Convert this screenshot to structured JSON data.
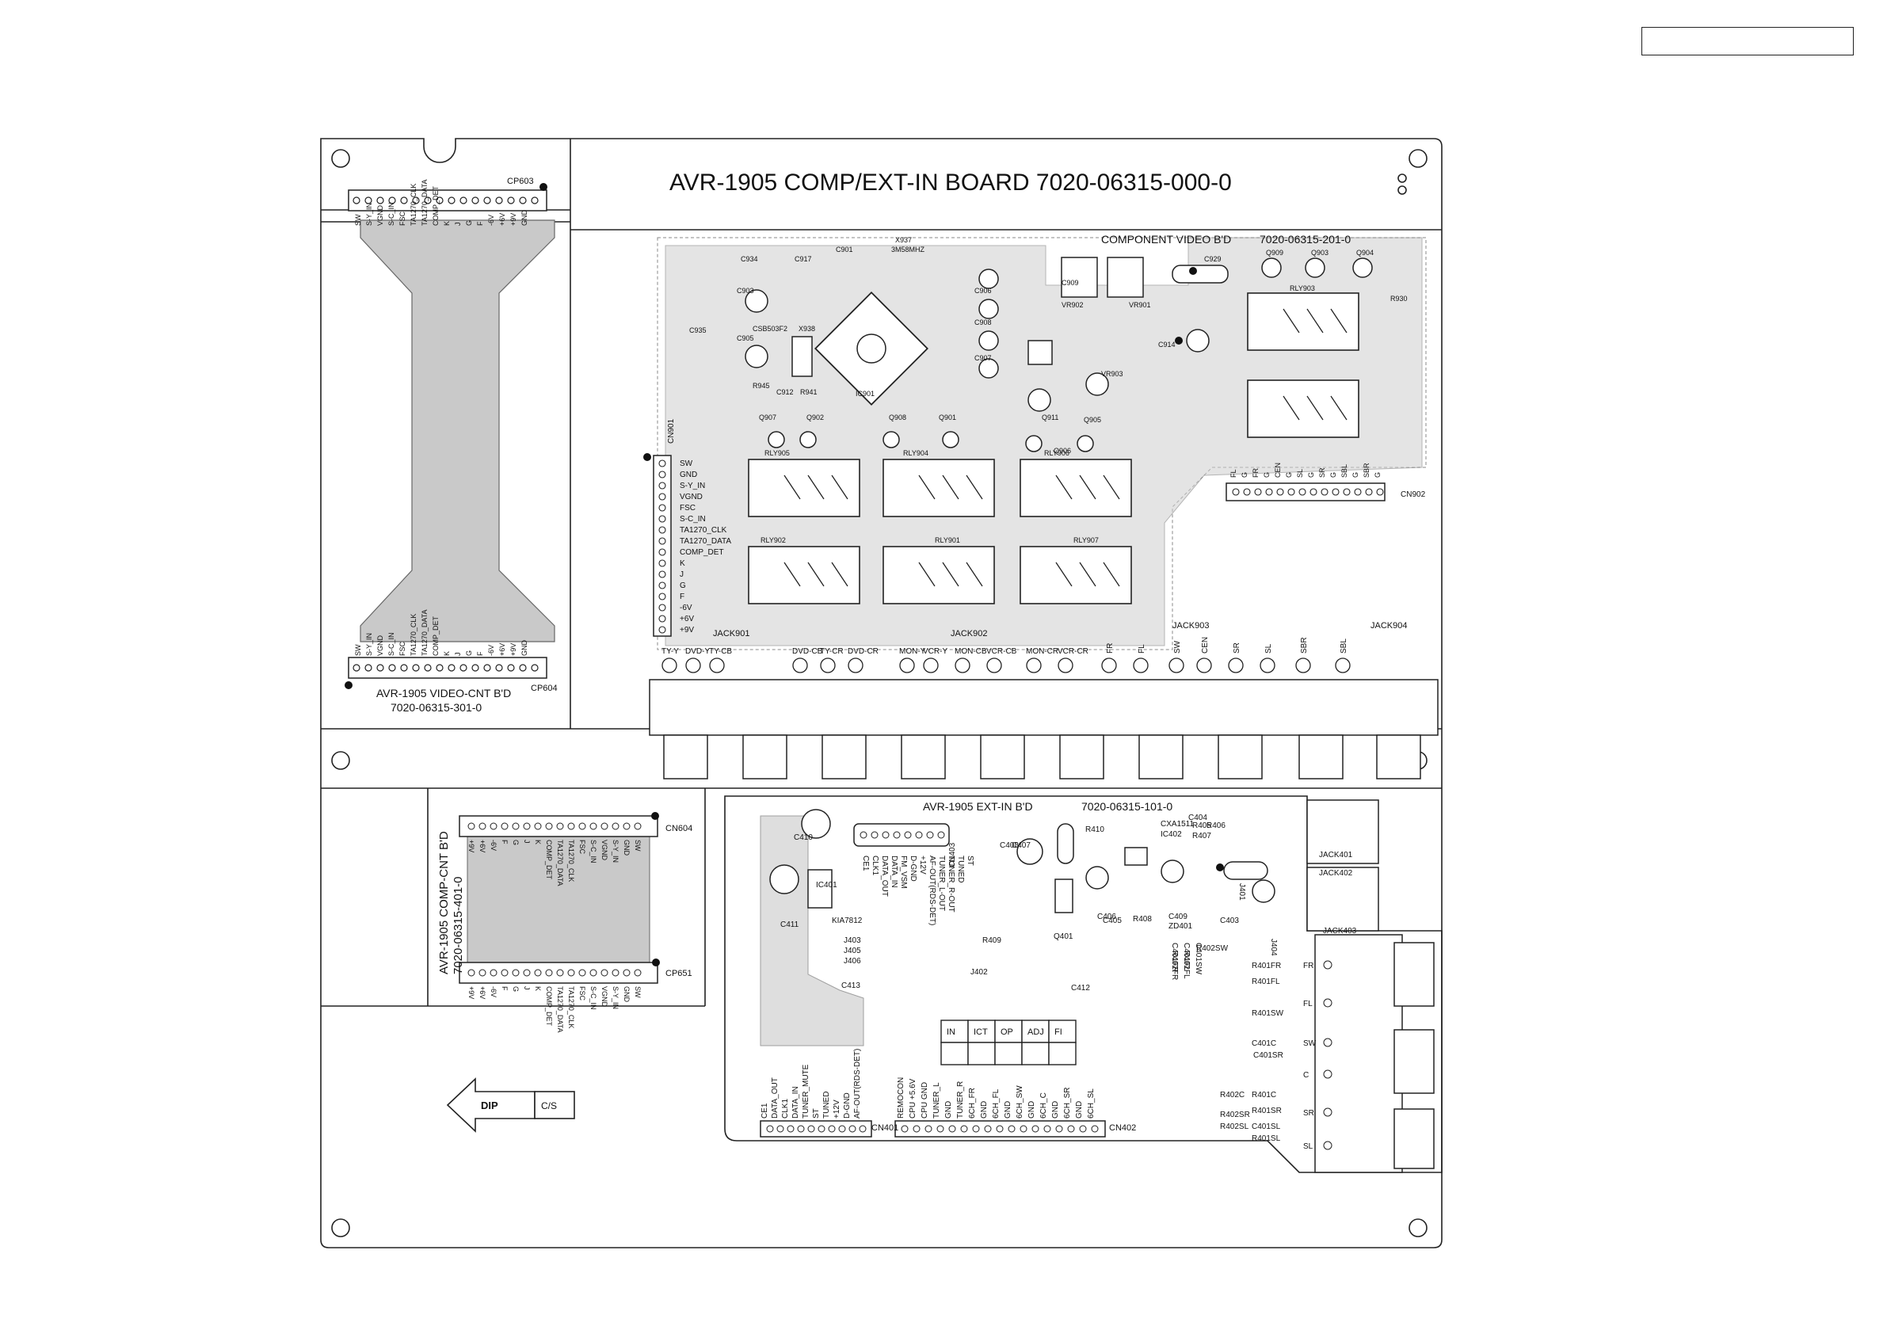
{
  "main_title": "AVR-1905 COMP/EXT-IN BOARD   7020-06315-000-0",
  "boards": {
    "component": {
      "title": "COMPONENT VIDEO B'D",
      "code": "7020-06315-201-0"
    },
    "video_cnt": {
      "title": "AVR-1905 VIDEO-CNT B'D",
      "code": "7020-06315-301-0"
    },
    "comp_cnt": {
      "title": "AVR-1905 COMP-CNT B'D",
      "code": "7020-06315-401-0"
    },
    "ext_in": {
      "title": "AVR-1905 EXT-IN B'D",
      "code": "7020-06315-101-0"
    }
  },
  "connectors": {
    "cp603": "CP603",
    "cp604": "CP604",
    "cn901": "CN901",
    "cn902": "CN902",
    "cn604": "CN604",
    "cp651": "CP651",
    "cn401": "CN401",
    "cn402": "CN402",
    "cn403": "CN403"
  },
  "flex_top_pins": [
    "SW",
    "S-Y_IN",
    "VGND",
    "S-C_IN",
    "FSC",
    "TA1270_CLK",
    "TA1270_DATA",
    "COMP_DET",
    "K",
    "J",
    "G",
    "F",
    "-6V",
    "+6V",
    "+9V",
    "GND"
  ],
  "flex_bottom_pins": [
    "SW",
    "S-Y_IN",
    "VGND",
    "S-C_IN",
    "FSC",
    "TA1270_CLK",
    "TA1270_DATA",
    "COMP_DET",
    "K",
    "J",
    "G",
    "F",
    "-6V",
    "+6V",
    "+9V",
    "GND"
  ],
  "cn901_pins": [
    "SW",
    "GND",
    "S-Y_IN",
    "VGND",
    "FSC",
    "S-C_IN",
    "TA1270_CLK",
    "TA1270_DATA",
    "COMP_DET",
    "K",
    "J",
    "G",
    "F",
    "-6V",
    "+6V",
    "+9V"
  ],
  "cn902_pins": [
    "FL",
    "G",
    "FR",
    "G",
    "CEN",
    "G",
    "SL",
    "G",
    "SR",
    "G",
    "SBL",
    "G",
    "SBR",
    "G"
  ],
  "jacks": {
    "jack901": "JACK901",
    "jack902": "JACK902",
    "jack903": "JACK903",
    "jack904": "JACK904",
    "jack401": "JACK401",
    "jack402": "JACK402",
    "jack403": "JACK403"
  },
  "jack_labels": [
    "TY-Y",
    "DVD-Y",
    "TY-CB",
    "DVD-CB",
    "TY-CR",
    "DVD-CR",
    "MON-Y",
    "VCR-Y",
    "MON-CB",
    "VCR-CB",
    "MON-CR",
    "VCR-CR",
    "FR",
    "FL",
    "SW",
    "CEN",
    "SR",
    "SL",
    "SBR",
    "SBL"
  ],
  "relays": [
    "RLY905",
    "RLY904",
    "RLY906",
    "RLY902",
    "RLY901",
    "RLY907",
    "RLY903"
  ],
  "components_top": [
    "C934",
    "C917",
    "C901",
    "X937",
    "3M58MHZ",
    "C903",
    "C935",
    "C905",
    "CSB503F2",
    "X938",
    "R945",
    "C912",
    "R941",
    "IC901",
    "C906",
    "C908",
    "C909",
    "C907",
    "Q911",
    "VR902",
    "VR901",
    "VR903",
    "C929",
    "Q909",
    "Q903",
    "Q904",
    "R930",
    "C914",
    "Q907",
    "Q902",
    "Q908",
    "Q901",
    "Q905",
    "Q906"
  ],
  "cn604_pins": [
    "+9V",
    "+6V",
    "-6V",
    "F",
    "G",
    "J",
    "K",
    "COMP_DET",
    "TA1270_DATA",
    "TA1270_CLK",
    "FSC",
    "S-C_IN",
    "VGND",
    "S-Y_IN",
    "GND",
    "SW"
  ],
  "cp651_pins": [
    "+9V",
    "+6V",
    "-6V",
    "F",
    "G",
    "J",
    "K",
    "COMP_DET",
    "TA1270_DATA",
    "TA1270_CLK",
    "FSC",
    "S-C_IN",
    "VGND",
    "S-Y_IN",
    "GND",
    "SW"
  ],
  "cn401_pins": [
    "CE1",
    "DATA_OUT",
    "CLK1",
    "DATA_IN",
    "TUNER_MUTE",
    "ST",
    "TUNED",
    "+12V",
    "D-GND",
    "AF-OUT(RDS-DET)"
  ],
  "cn402_pins": [
    "REMOCON",
    "CPU +5.6V",
    "CPU GND",
    "TUNER_L",
    "GND",
    "TUNER_R",
    "6CH_FR",
    "GND",
    "6CH_FL",
    "GND",
    "6CH_SW",
    "GND",
    "6CH_C",
    "GND",
    "6CH_SR",
    "GND",
    "6CH_SL"
  ],
  "cn403_pins": [
    "CE1",
    "CLK1",
    "DATA_OUT",
    "DATA_IN",
    "FM_VSM",
    "D-GND",
    "+12V",
    "AF-OUT(RDS-DET)",
    "TUNER_L-OUT",
    "TUNER_R-OUT",
    "TUNED",
    "ST"
  ],
  "components_ext": [
    "C410",
    "IC401",
    "KIA7812",
    "C411",
    "J403",
    "J405",
    "J406",
    "C413",
    "J402",
    "C412",
    "C408",
    "C407",
    "R409",
    "R410",
    "Q401",
    "C406",
    "C405",
    "CXA1511",
    "IC402",
    "C404",
    "R405",
    "R407",
    "R406",
    "R408",
    "C409",
    "ZD401",
    "C403",
    "J401",
    "J404",
    "C401FR",
    "C401FL",
    "R402FR",
    "R402FL",
    "C401SW",
    "R402SW",
    "R401FR",
    "R401FL",
    "R401SW",
    "C401C",
    "C401SR",
    "R402C",
    "R401C",
    "R402SR",
    "R401SR",
    "C401SL",
    "R402SL",
    "R401SL"
  ],
  "sr_labels": [
    "FR",
    "FL",
    "SW",
    "C",
    "SR",
    "SL"
  ],
  "option_table": [
    "IN",
    "ICT",
    "OP",
    "ADJ",
    "FI"
  ],
  "dip_arrow": {
    "label": "DIP",
    "box": "C/S"
  }
}
